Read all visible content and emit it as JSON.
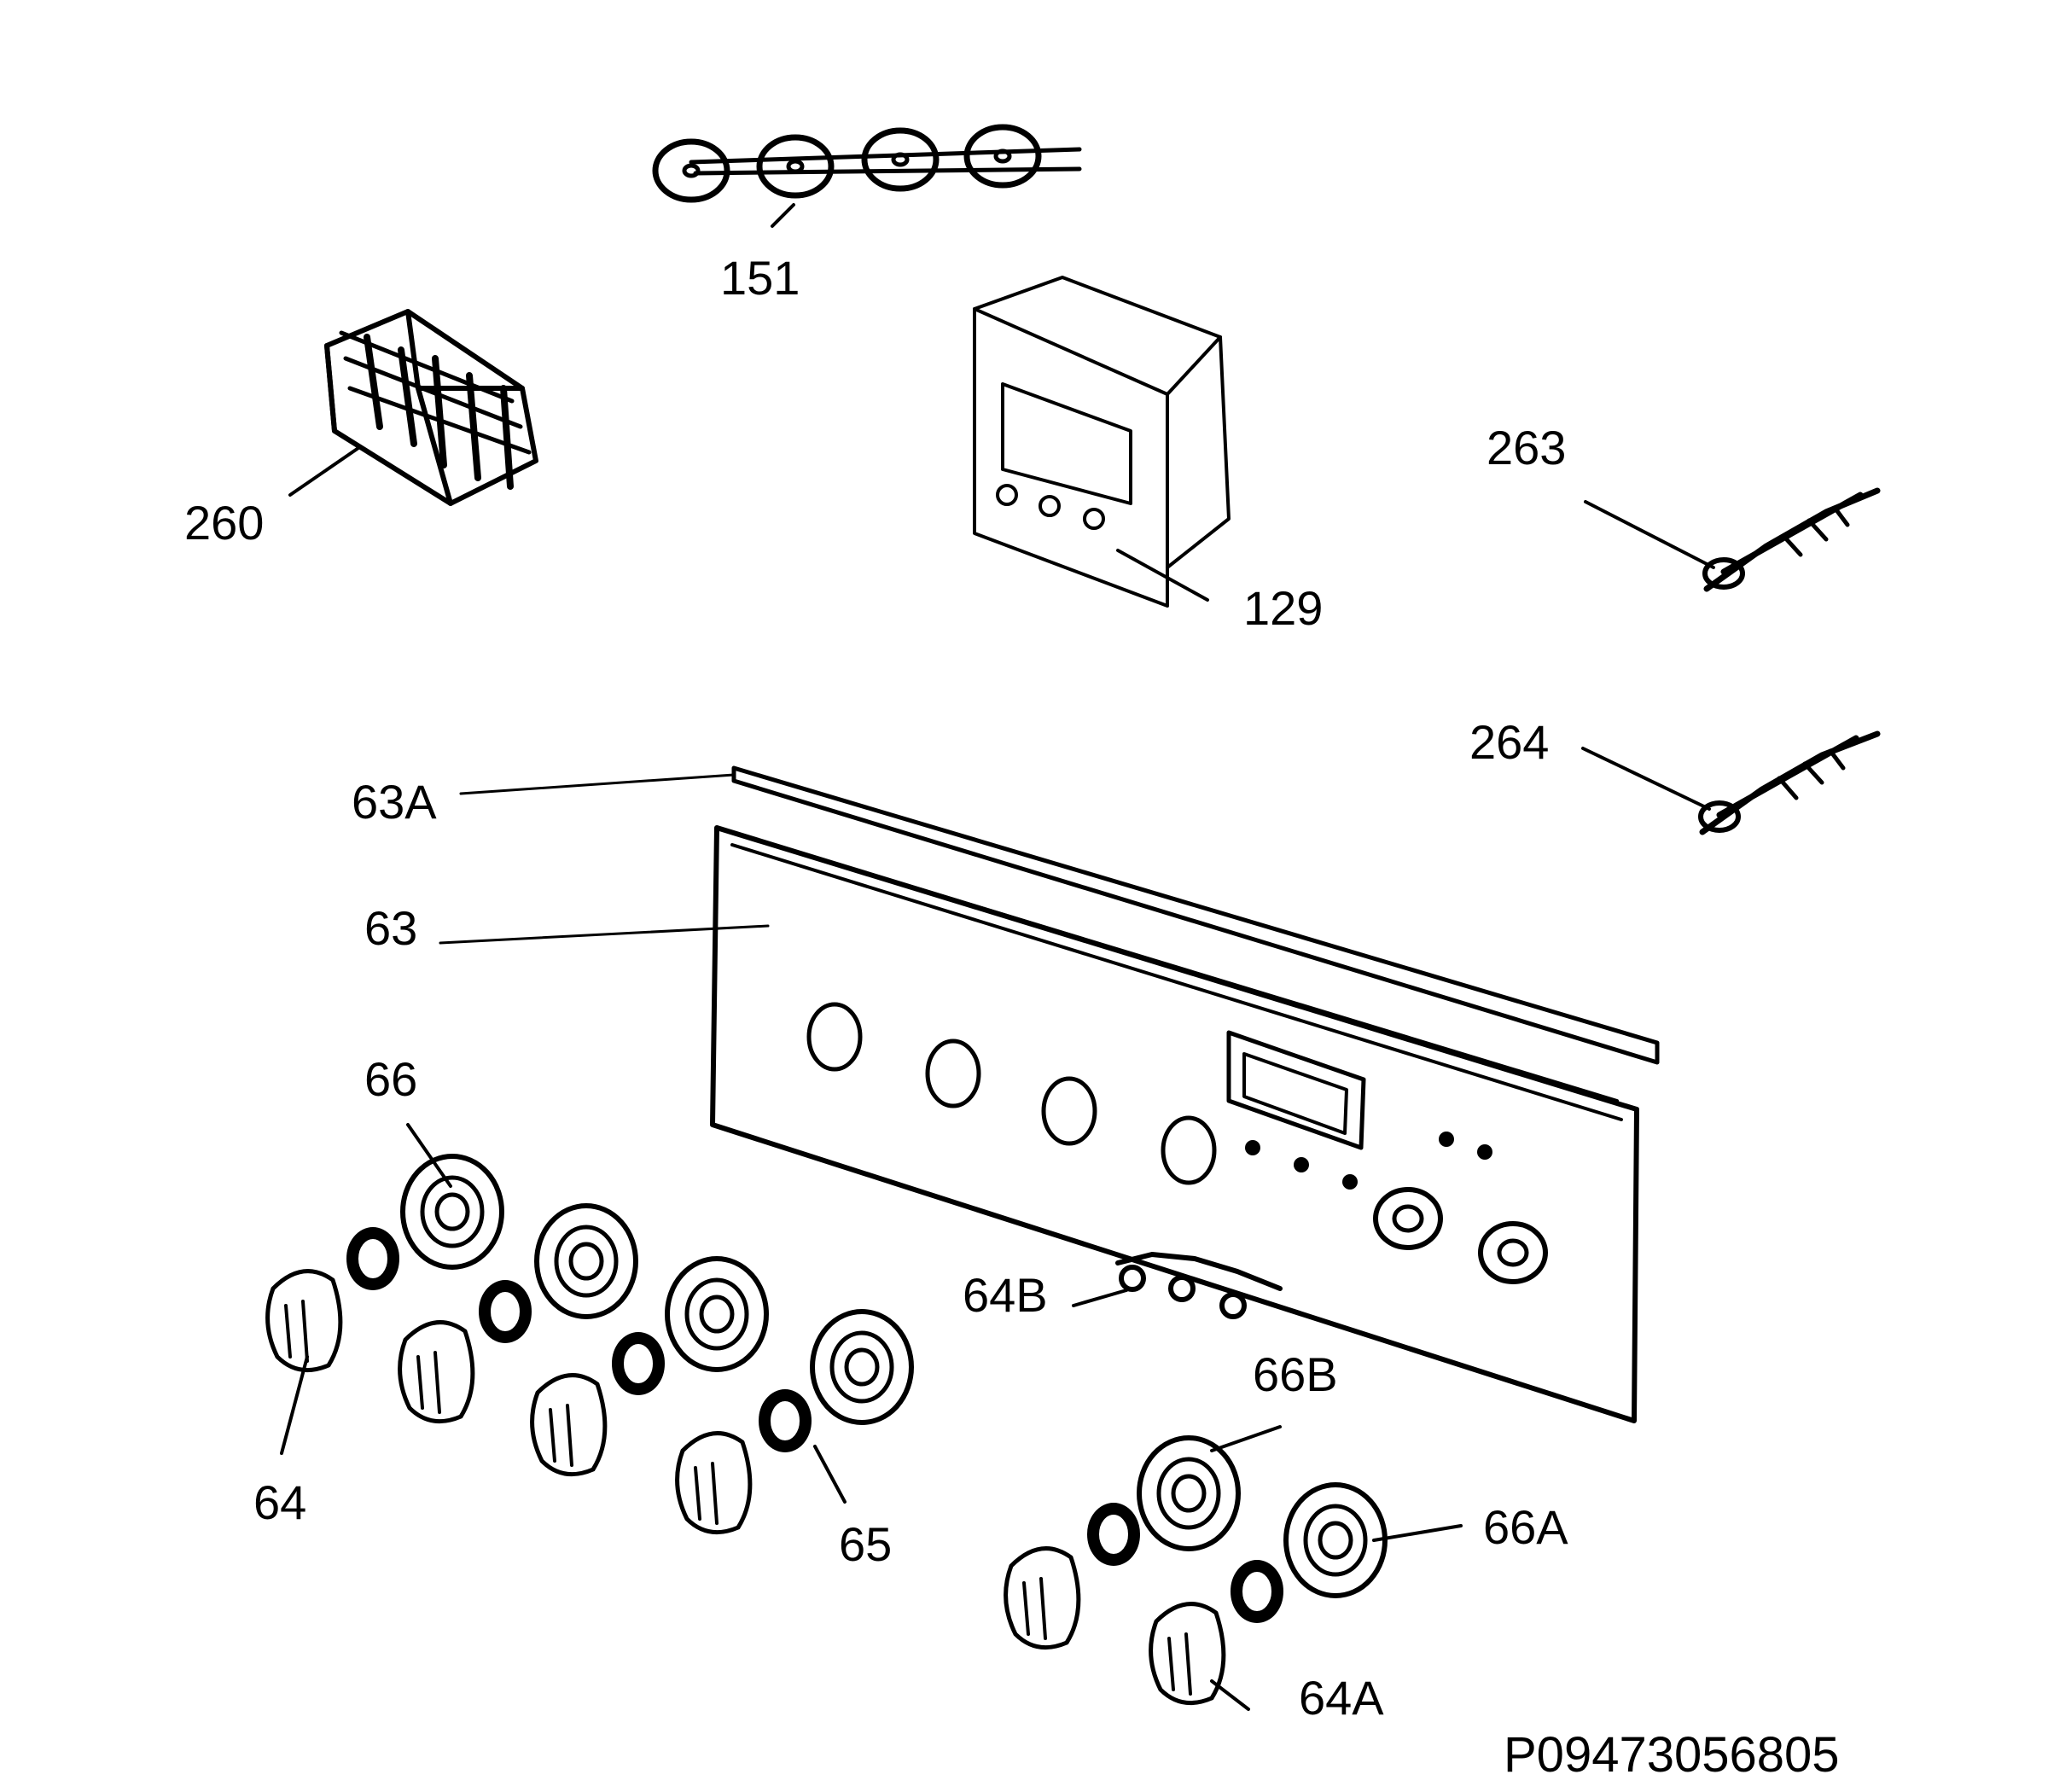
{
  "labels": {
    "p151": "151",
    "p260": "260",
    "p129": "129",
    "p263": "263",
    "p264": "264",
    "p63A": "63A",
    "p63": "63",
    "p66": "66",
    "p64B": "64B",
    "p66B": "66B",
    "p64": "64",
    "p65": "65",
    "p66A": "66A",
    "p64A": "64A"
  },
  "drawing_code": "P09473056805",
  "colors": {
    "ink": "#000000",
    "background": "#ffffff"
  }
}
